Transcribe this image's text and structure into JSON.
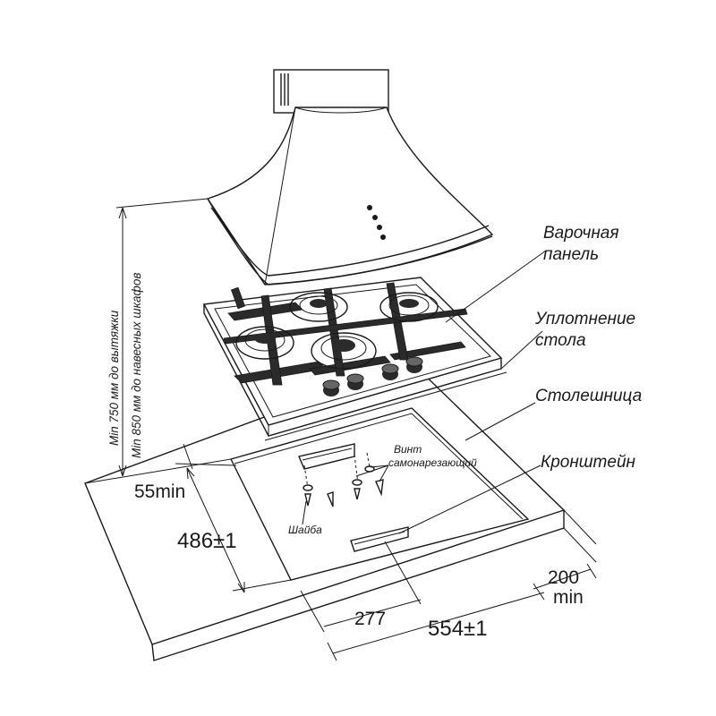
{
  "labels": {
    "hob": [
      "Варочная",
      "панель"
    ],
    "seal": [
      "Уплотнение",
      "стола"
    ],
    "countertop": "Столешница",
    "bracket": "Кронштейн",
    "screw": [
      "Винт",
      "самонарезающий"
    ],
    "washer": "Шайба"
  },
  "vertical_notes": {
    "hood": "Min 750 мм до вытяжки",
    "cabinets": "Min 850 мм до навесных шкафов"
  },
  "dimensions": {
    "edge_offset": "55min",
    "depth": "486±1",
    "center": "277",
    "width": "554±1",
    "side_clearance": [
      "200",
      "min"
    ]
  }
}
